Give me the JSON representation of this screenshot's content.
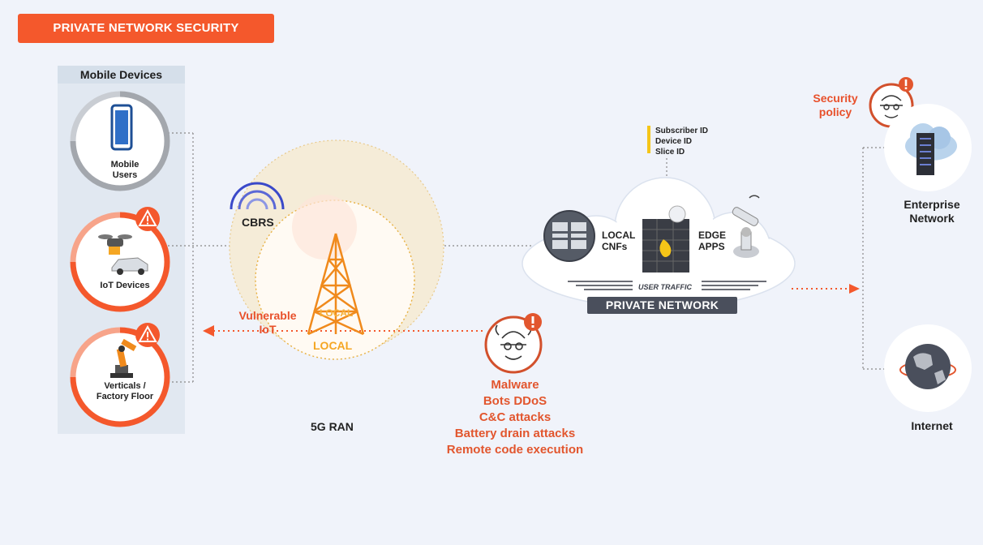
{
  "title": "PRIVATE NETWORK SECURITY",
  "mobile_panel": {
    "title": "Mobile Devices",
    "devices": [
      {
        "label": "Mobile\nUsers",
        "icon": "smartphone-icon",
        "ring_color": "#9a9ea6"
      },
      {
        "label": "IoT Devices",
        "icon": "drone-car-icon",
        "ring_color": "#f4582c"
      },
      {
        "label": "Verticals /\nFactory Floor",
        "icon": "robot-arm-icon",
        "ring_color": "#f4582c"
      }
    ]
  },
  "ran": {
    "cbrs_label": "CBRS",
    "tower_label": "LOCAL",
    "tower_overlay": "LOCAL",
    "caption": "5G RAN",
    "vulnerable_label": "Vulnerable\nIoT"
  },
  "private_network": {
    "label": "PRIVATE NETWORK",
    "local_cnfs": "LOCAL\nCNFs",
    "edge_apps": "EDGE\nAPPS",
    "user_traffic": "USER TRAFFIC",
    "ids": [
      "Subscriber ID",
      "Device ID",
      "Slice ID"
    ]
  },
  "threats": [
    "Malware",
    "Bots DDoS",
    "C&C attacks",
    "Battery drain attacks",
    "Remote code execution"
  ],
  "security_policy": "Security\npolicy",
  "enterprise_network": "Enterprise\nNetwork",
  "internet": "Internet",
  "colors": {
    "accent": "#f4582c",
    "threat": "#e2562e",
    "background": "#f0f3fa"
  }
}
